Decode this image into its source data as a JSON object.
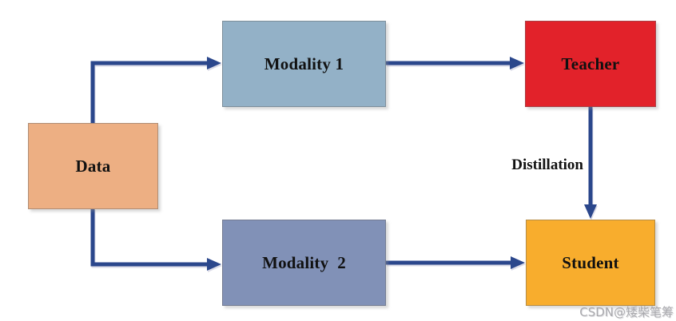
{
  "diagram": {
    "arrow_color": "#2B478C",
    "nodes": {
      "data": {
        "label": "Data",
        "color": "#EDAF83"
      },
      "modality1": {
        "label": "Modality 1",
        "color": "#93B1C7"
      },
      "modality2": {
        "label": "Modality  2",
        "color": "#8191B7"
      },
      "teacher": {
        "label": "Teacher",
        "color": "#E2222A"
      },
      "student": {
        "label": "Student",
        "color": "#F8AD2D"
      }
    },
    "edges": [
      {
        "from": "Data",
        "to": "Modality 1",
        "label": ""
      },
      {
        "from": "Data",
        "to": "Modality  2",
        "label": ""
      },
      {
        "from": "Modality 1",
        "to": "Teacher",
        "label": ""
      },
      {
        "from": "Modality  2",
        "to": "Student",
        "label": ""
      },
      {
        "from": "Teacher",
        "to": "Student",
        "label": "Distillation"
      }
    ],
    "distillation_label": "Distillation"
  },
  "watermark": {
    "text": "CSDN@矮柴笔筹"
  }
}
